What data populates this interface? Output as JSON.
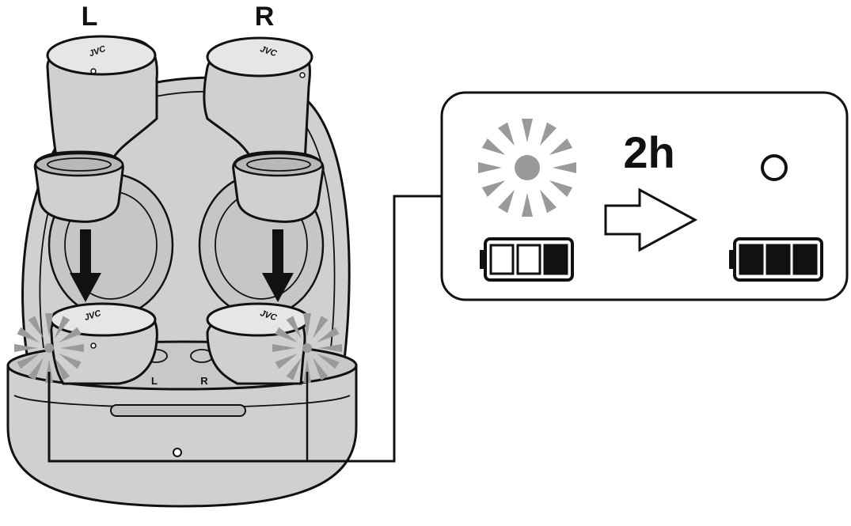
{
  "labels": {
    "left_earbud": "L",
    "right_earbud": "R",
    "case_left": "L",
    "case_right": "R",
    "logo": "JVC"
  },
  "callout": {
    "duration": "2h"
  },
  "battery": {
    "charging_segments_filled": 1,
    "full_segments_filled": 3,
    "total_segments": 3
  },
  "colors": {
    "stroke": "#111111",
    "fill_gray": "#d0d0d0",
    "indicator_gray": "#9a9a9a",
    "background": "#ffffff"
  }
}
